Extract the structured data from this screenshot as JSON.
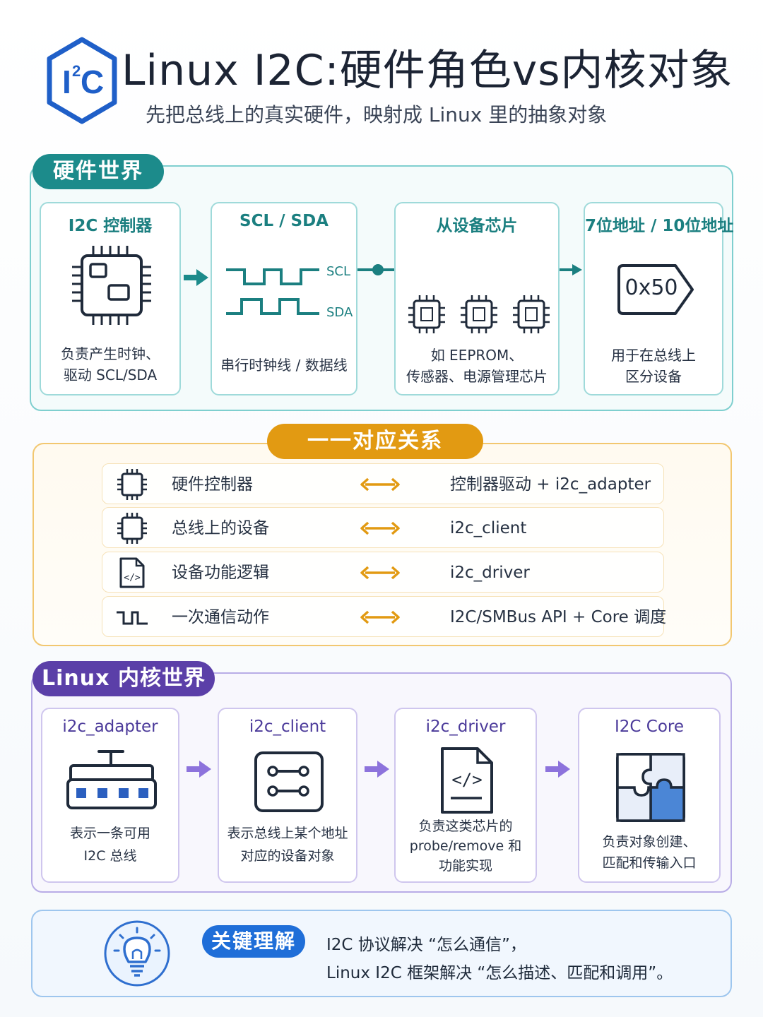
{
  "header": {
    "logo_text": "I²C",
    "title": "Linux  I2C:硬件角色vs内核对象",
    "subtitle": "先把总线上的真实硬件，映射成 Linux 里的抽象对象"
  },
  "hardware": {
    "label": "硬件世界",
    "cards": [
      {
        "title": "I2C 控制器",
        "desc": [
          "负责产生时钟、",
          "驱动 SCL/SDA"
        ]
      },
      {
        "title": "SCL / SDA",
        "signal_labels": [
          "SCL",
          "SDA"
        ],
        "desc": [
          "串行时钟线 / 数据线"
        ]
      },
      {
        "title": "从设备芯片",
        "desc": [
          "如 EEPROM、",
          "传感器、电源管理芯片"
        ]
      },
      {
        "title": "7位地址 / 10位地址",
        "address": "0x50",
        "desc": [
          "用于在总线上",
          "区分设备"
        ]
      }
    ]
  },
  "mapping": {
    "label": "一一对应关系",
    "rows": [
      {
        "icon": "chip-icon",
        "left": "硬件控制器",
        "right": "控制器驱动 + i2c_adapter"
      },
      {
        "icon": "chip-icon",
        "left": "总线上的设备",
        "right": "i2c_client"
      },
      {
        "icon": "code-file-icon",
        "left": "设备功能逻辑",
        "right": "i2c_driver"
      },
      {
        "icon": "waveform-icon",
        "left": "一次通信动作",
        "right": "I2C/SMBus API + Core 调度"
      }
    ]
  },
  "kernel": {
    "label": "Linux 内核世界",
    "cards": [
      {
        "title": "i2c_adapter",
        "icon": "adapter-icon",
        "desc": [
          "表示一条可用",
          "I2C 总线"
        ]
      },
      {
        "title": "i2c_client",
        "icon": "client-device-icon",
        "desc": [
          "表示总线上某个地址",
          "对应的设备对象"
        ]
      },
      {
        "title": "i2c_driver",
        "icon": "code-document-icon",
        "desc": [
          "负责这类芯片的",
          "probe/remove 和",
          "功能实现"
        ]
      },
      {
        "title": "I2C Core",
        "icon": "puzzle-icon",
        "desc": [
          "负责对象创建、",
          "匹配和传输入口"
        ]
      }
    ]
  },
  "key": {
    "label": "关键理解",
    "lines": [
      "I2C 协议解决 “怎么通信”，",
      "Linux I2C 框架解决 “怎么描述、匹配和调用”。"
    ]
  },
  "colors": {
    "teal": "#1c8b8b",
    "orange": "#e29a12",
    "purple": "#5b3fa8",
    "blue": "#1f6ed8",
    "navy": "#1f3a6e"
  }
}
